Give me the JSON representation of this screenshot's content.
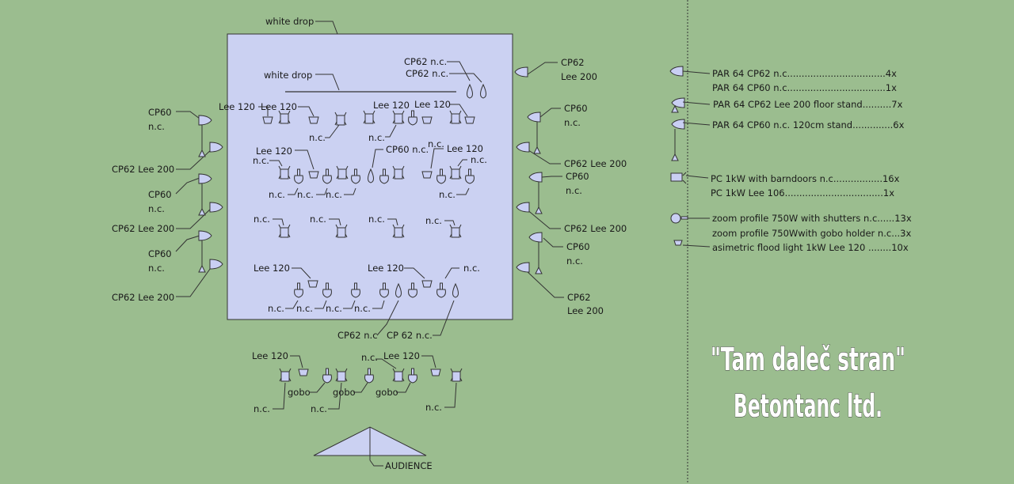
{
  "title": {
    "line1": "\"Tam daleč stran\"",
    "line2": "Betontanc ltd."
  },
  "stage": {
    "white_drop_back": "white drop",
    "white_drop_inner": "white  drop",
    "audience": "AUDIENCE"
  },
  "legend": [
    {
      "icon": "par-icon",
      "text": "PAR 64 CP62 n.c..................................4x"
    },
    {
      "icon": "",
      "text": "PAR 64 CP60 n.c..................................1x"
    },
    {
      "icon": "floor-par-icon",
      "text": "PAR 64 CP62 Lee 200 floor stand..........7x"
    },
    {
      "icon": "stand-par-icon",
      "text": "PAR 64 CP60 n.c. 120cm stand..............6x"
    },
    {
      "icon": "pc-icon",
      "text": "PC 1kW with barndoors n.c.................16x"
    },
    {
      "icon": "",
      "text": "PC 1kW Lee 106..................................1x"
    },
    {
      "icon": "profile-icon",
      "text": "zoom profile 750W with shutters n.c......13x"
    },
    {
      "icon": "",
      "text": "zoom profile 750Wwith gobo holder n.c...3x"
    },
    {
      "icon": "flood-icon",
      "text": "asimetric flood light 1kW Lee 120 ........10x"
    }
  ],
  "labels": {
    "cp62_nc_a": "CP62 n.c.",
    "cp62_nc_b": "CP62 n.c.",
    "right_cp62": "CP62",
    "right_lee200": "Lee 200",
    "lee120_a": "Lee 120",
    "lee120_b": "Lee 120",
    "lee120_c": "Lee 120",
    "lee120_d": "Lee 120",
    "nc_1": "n.c.",
    "nc_2": "n.c.",
    "left_cp60_1": "CP60",
    "left_nc_1": "n.c.",
    "left_cp62lee_1": "CP62 Lee 200",
    "left_cp60_2": "CP60",
    "left_nc_2": "n.c.",
    "left_cp62lee_2": "CP62 Lee 200",
    "left_cp60_3": "CP60",
    "left_nc_3": "n.c.",
    "left_cp62lee_3": "CP62 Lee 200",
    "right_cp60_1": "CP60",
    "right_nc_1": "n.c.",
    "right_cp62lee_1": "CP62 Lee 200",
    "right_cp60_2": "CP60",
    "right_nc_2": "n.c.",
    "right_cp62lee_2": "CP62 Lee 200",
    "right_cp60_3": "CP60",
    "right_nc_3": "n.c.",
    "right_cp62_b": "CP62",
    "right_lee200_b": "Lee 200",
    "row2_lee120_a": "Lee 120",
    "row2_nc_a": "n.c.",
    "row2_cp60nc": "CP60 n.c.",
    "row2_nc_b": "n.c.",
    "row2_lee120_b": "Lee 120",
    "row2_nc_c": "n.c.",
    "row2_nc_d": "n.c.",
    "row2_nc_e": "n.c.",
    "row2_nc_f": "n.c.",
    "row2_nc_g": "n.c.",
    "row3_nc_a": "n.c.",
    "row3_nc_b": "n.c.",
    "row3_nc_c": "n.c.",
    "row3_nc_d": "n.c.",
    "row4_lee120_a": "Lee 120",
    "row4_lee120_b": "Lee 120",
    "row4_nc_a": "n.c.",
    "row4_nc_b": "n.c.",
    "row4_nc_c": "n.c.",
    "row4_nc_d": "n.c.",
    "row4_nc_e": "n.c.",
    "row4_cp62nc": "CP62 n.c",
    "row4_cp62nc_b": "CP 62 n.c.",
    "front_lee120_a": "Lee 120",
    "front_lee120_b": "Lee 120",
    "front_nc_top": "n.c.",
    "front_gobo_a": "gobo",
    "front_gobo_b": "gobo",
    "front_gobo_c": "gobo",
    "front_nc_a": "n.c.",
    "front_nc_b": "n.c.",
    "front_nc_c": "n.c."
  }
}
